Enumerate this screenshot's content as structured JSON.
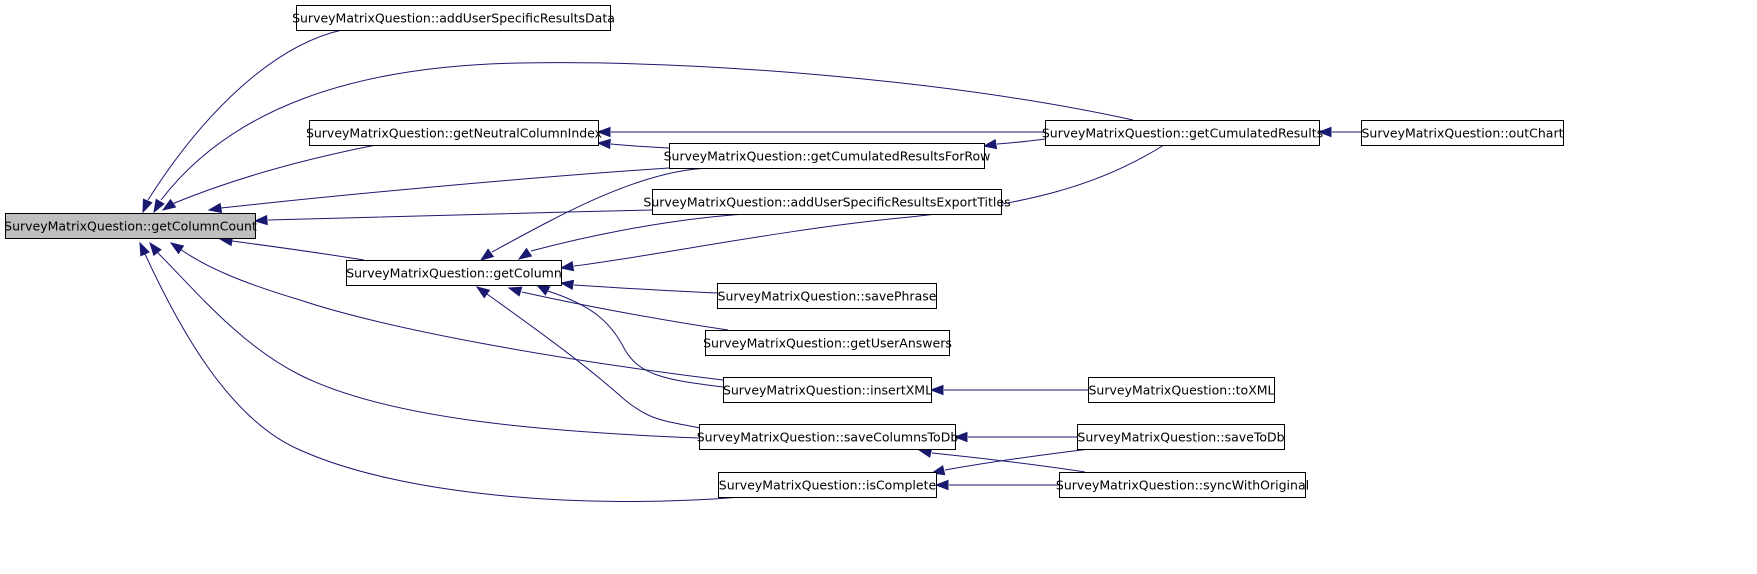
{
  "graph": {
    "nodes": {
      "getColumnCount": "SurveyMatrixQuestion::getColumnCount",
      "addUserSpecificResultsData": "SurveyMatrixQuestion::addUserSpecificResultsData",
      "getNeutralColumnIndex": "SurveyMatrixQuestion::getNeutralColumnIndex",
      "getCumulatedResultsForRow": "SurveyMatrixQuestion::getCumulatedResultsForRow",
      "getCumulatedResults": "SurveyMatrixQuestion::getCumulatedResults",
      "outChart": "SurveyMatrixQuestion::outChart",
      "addUserSpecificResultsExportTitles": "SurveyMatrixQuestion::addUserSpecificResultsExportTitles",
      "getColumn": "SurveyMatrixQuestion::getColumn",
      "savePhrase": "SurveyMatrixQuestion::savePhrase",
      "getUserAnswers": "SurveyMatrixQuestion::getUserAnswers",
      "insertXML": "SurveyMatrixQuestion::insertXML",
      "toXML": "SurveyMatrixQuestion::toXML",
      "saveColumnsToDb": "SurveyMatrixQuestion::saveColumnsToDb",
      "saveToDb": "SurveyMatrixQuestion::saveToDb",
      "isComplete": "SurveyMatrixQuestion::isComplete",
      "syncWithOriginal": "SurveyMatrixQuestion::syncWithOriginal"
    },
    "focus_node": "getColumnCount",
    "edge_color": "#191970",
    "focus_fill": "#bfbfbf",
    "edges": [
      {
        "from": "addUserSpecificResultsData",
        "to": "getColumnCount"
      },
      {
        "from": "getCumulatedResults",
        "to": "getColumnCount"
      },
      {
        "from": "getNeutralColumnIndex",
        "to": "getColumnCount"
      },
      {
        "from": "getCumulatedResultsForRow",
        "to": "getColumnCount"
      },
      {
        "from": "addUserSpecificResultsExportTitles",
        "to": "getColumnCount"
      },
      {
        "from": "getColumn",
        "to": "getColumnCount"
      },
      {
        "from": "insertXML",
        "to": "getColumnCount"
      },
      {
        "from": "saveColumnsToDb",
        "to": "getColumnCount"
      },
      {
        "from": "isComplete",
        "to": "getColumnCount"
      },
      {
        "from": "getCumulatedResults",
        "to": "getNeutralColumnIndex"
      },
      {
        "from": "getCumulatedResultsForRow",
        "to": "getNeutralColumnIndex"
      },
      {
        "from": "getCumulatedResults",
        "to": "getCumulatedResultsForRow"
      },
      {
        "from": "outChart",
        "to": "getCumulatedResults"
      },
      {
        "from": "getCumulatedResultsForRow",
        "to": "getColumn"
      },
      {
        "from": "addUserSpecificResultsExportTitles",
        "to": "getColumn"
      },
      {
        "from": "getCumulatedResults",
        "to": "getColumn"
      },
      {
        "from": "savePhrase",
        "to": "getColumn"
      },
      {
        "from": "getUserAnswers",
        "to": "getColumn"
      },
      {
        "from": "insertXML",
        "to": "getColumn"
      },
      {
        "from": "saveColumnsToDb",
        "to": "getColumn"
      },
      {
        "from": "toXML",
        "to": "insertXML"
      },
      {
        "from": "saveToDb",
        "to": "saveColumnsToDb"
      },
      {
        "from": "syncWithOriginal",
        "to": "saveColumnsToDb"
      },
      {
        "from": "saveToDb",
        "to": "isComplete"
      },
      {
        "from": "syncWithOriginal",
        "to": "isComplete"
      }
    ]
  }
}
